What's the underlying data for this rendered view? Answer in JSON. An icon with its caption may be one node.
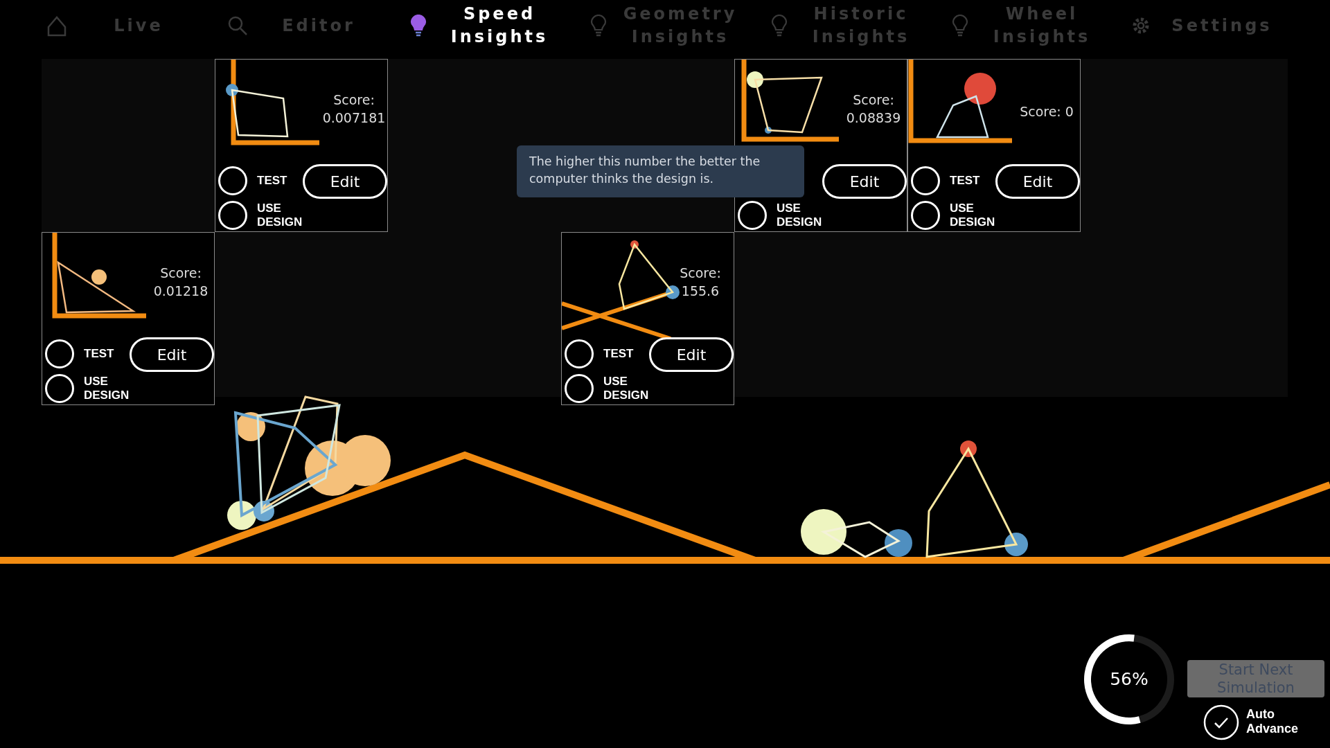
{
  "diagram": {
    "nodes": [
      {
        "text": [
          "Score: 0.007181",
          "TEST",
          "USE DESIGN",
          "Edit"
        ]
      },
      {
        "text": [
          "Score: 0.08839",
          "USE DESIGN",
          "Edit"
        ]
      },
      {
        "text": [
          "Score: 0",
          "TEST",
          "USE DESIGN",
          "Edit"
        ]
      },
      {
        "text": [
          "Score: 0.01218",
          "TEST",
          "USE DESIGN",
          "Edit"
        ]
      },
      {
        "text": [
          "Score: 155.6",
          "TEST",
          "USE DESIGN",
          "Edit"
        ]
      },
      {
        "text": [
          "The higher this number the better the computer thinks the design is."
        ]
      },
      {
        "text": [
          "56%"
        ]
      }
    ],
    "labels": [
      "Live",
      "Editor",
      "Speed Insights",
      "Geometry Insights",
      "Historic Insights",
      "Wheel Insights",
      "Settings",
      "Start Next Simulation",
      "Auto Advance"
    ]
  }
}
